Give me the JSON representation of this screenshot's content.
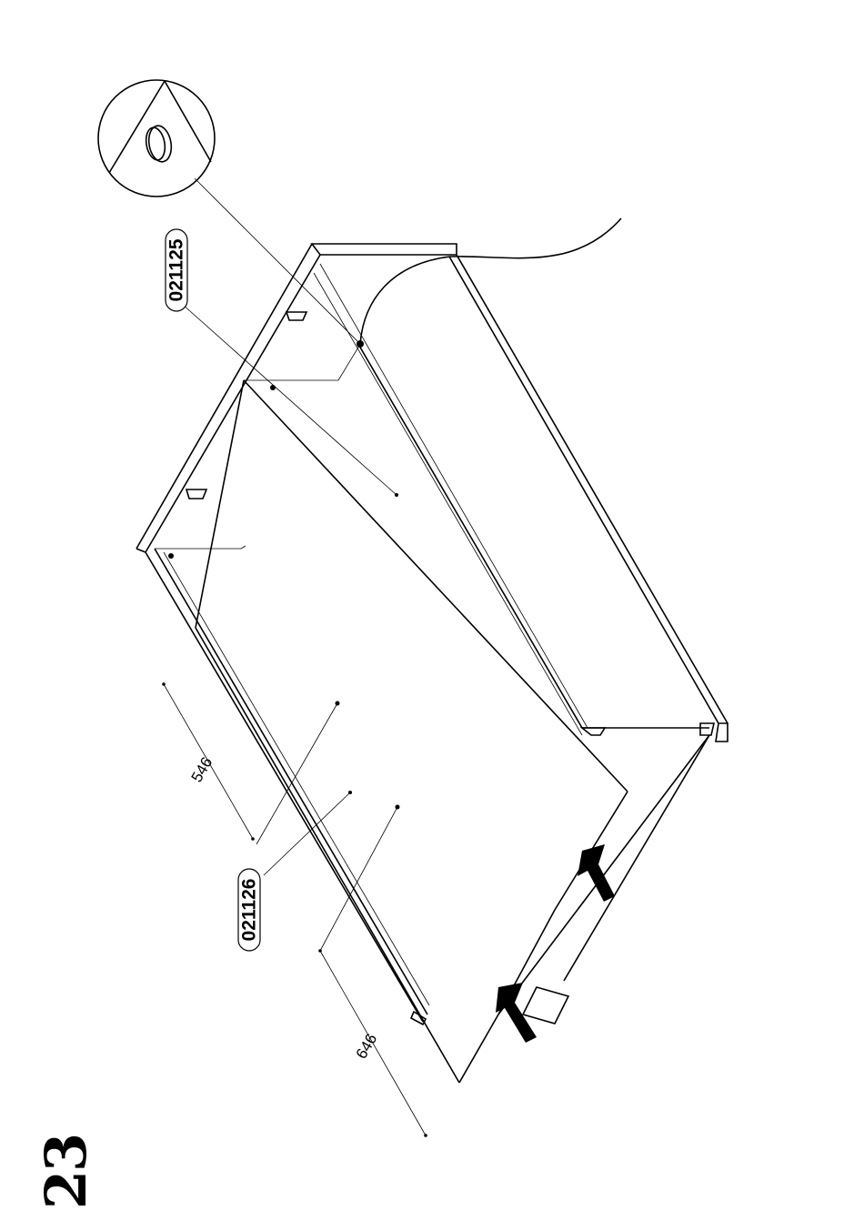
{
  "step": {
    "number": "23"
  },
  "parts": [
    {
      "id": "part-021125",
      "label": "021125"
    },
    {
      "id": "part-021126",
      "label": "021126"
    }
  ],
  "dimensions": [
    {
      "id": "dim-546",
      "label": "546"
    },
    {
      "id": "dim-646",
      "label": "646"
    }
  ]
}
